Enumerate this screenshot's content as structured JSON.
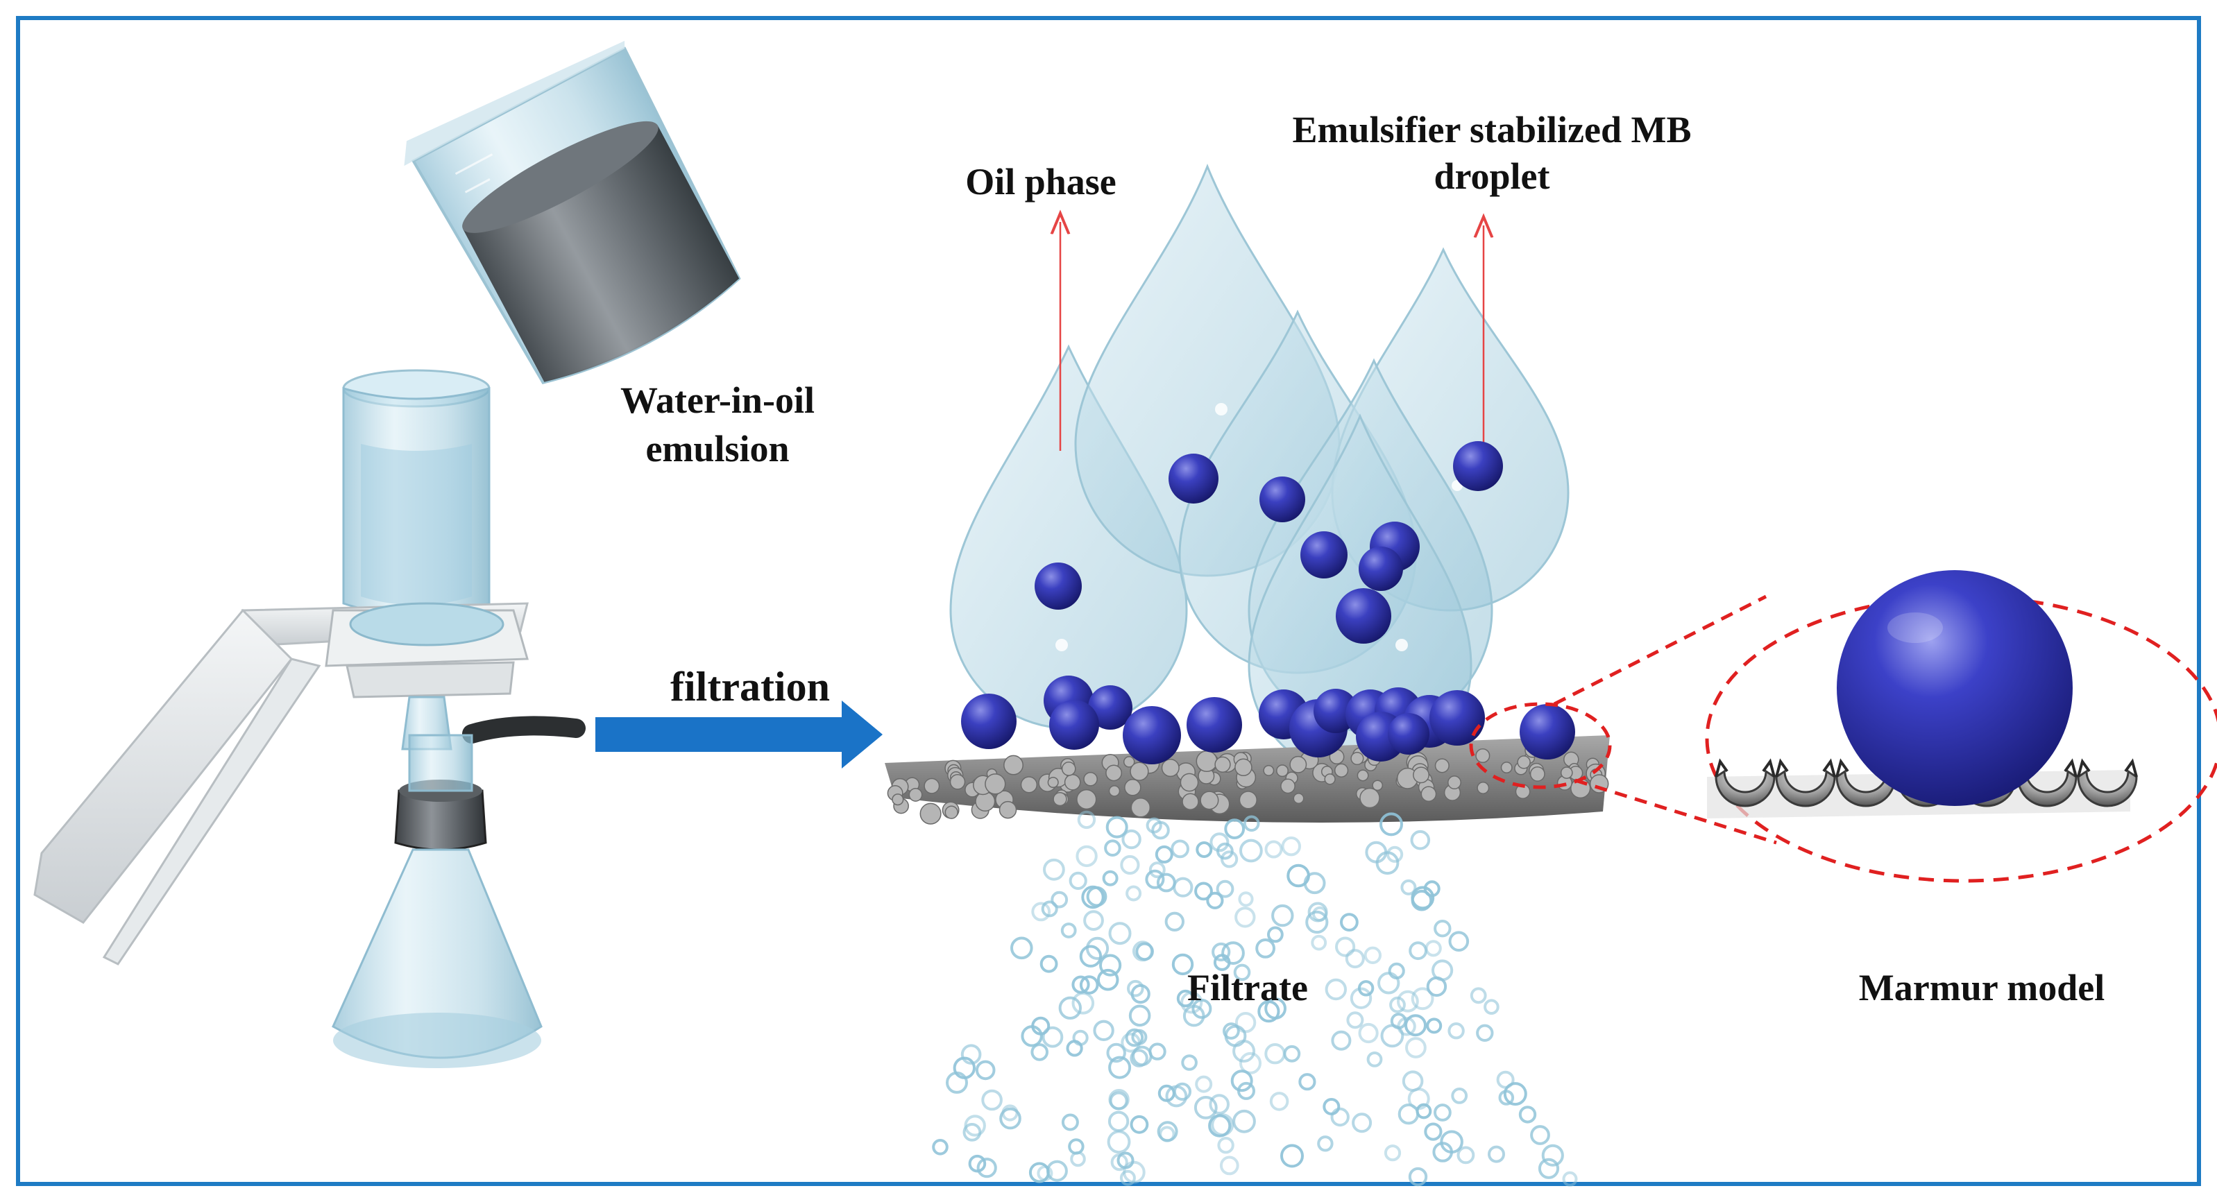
{
  "labels": {
    "water_in_oil_line1": "Water-in-oil",
    "water_in_oil_line2": "emulsion",
    "filtration": "filtration",
    "oil_phase": "Oil phase",
    "emulsifier_line1": "Emulsifier stabilized MB",
    "emulsifier_line2": "droplet",
    "filtrate": "Filtrate",
    "marmur_model": "Marmur model"
  },
  "colors": {
    "frame": "#1e7bc4",
    "arrow": "#1a73c7",
    "droplet_fill": "#bcdbe8",
    "mb_sphere": "#2b2fa6",
    "membrane": "#8a8a8a",
    "zoom_ring": "#e02020",
    "pointer_line": "#e64545"
  },
  "icons": {
    "beaker": "pouring-beaker-icon",
    "filter_apparatus": "vacuum-filter-icon",
    "flow_arrow": "right-arrow-icon"
  }
}
